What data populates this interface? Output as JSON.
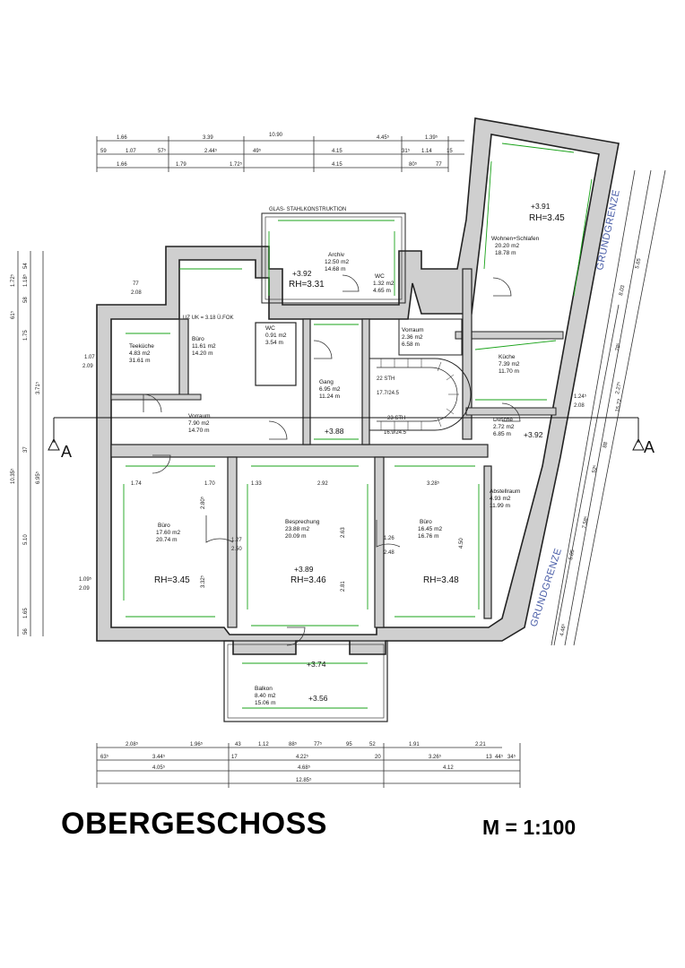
{
  "title": "OBERGESCHOSS",
  "scale": "M = 1:100",
  "section_marker": "A",
  "boundary_label": "GRUNDGRENZE",
  "glass_label": "GLAS-   STAHLKONSTRUKTION",
  "uz_label": "UZ UK = 3.18 Ü.FOK",
  "stairs": {
    "stair1": "22 STH",
    "stair1b": "17.7/24.5",
    "stair2": "23 STH",
    "stair2b": "16.9/24.5"
  },
  "rooms": {
    "wohnen": {
      "name": "Wohnen+Schlafen",
      "area": "20.20 m2",
      "perim": "18.78 m",
      "rh": "RH=3.45",
      "level": "+3.91"
    },
    "archiv": {
      "name": "Archiv",
      "area": "12.50 m2",
      "perim": "14.68 m"
    },
    "wc": {
      "name": "WC",
      "area": "1.32 m2",
      "perim": "4.65 m"
    },
    "buero1": {
      "name": "Büro",
      "area": "11.61 m2",
      "perim": "14.20 m"
    },
    "teekueche": {
      "name": "Teeküche",
      "area": "4.83 m2",
      "perim": "31.61 m"
    },
    "wc2": {
      "name": "WC",
      "area": "0.91 m2",
      "perim": "3.54 m"
    },
    "vorraum1": {
      "name": "Vorraum",
      "area": "2.36 m2",
      "perim": "6.58 m"
    },
    "kueche": {
      "name": "Küche",
      "area": "7.39 m2",
      "perim": "11.70 m"
    },
    "gang": {
      "name": "Gang",
      "area": "6.95 m2",
      "perim": "11.24 m"
    },
    "vorraum2": {
      "name": "Vorraum",
      "area": "7.90 m2",
      "perim": "14.70 m"
    },
    "dusche": {
      "name": "Dusche",
      "area": "2.72 m2",
      "perim": "6.85 m"
    },
    "abstell": {
      "name": "Abstellraum",
      "area": "4.93 m2",
      "perim": "11.99 m"
    },
    "buero2": {
      "name": "Büro",
      "area": "17.60 m2",
      "perim": "20.74 m",
      "rh": "RH=3.45"
    },
    "besprechung": {
      "name": "Besprechung",
      "area": "23.88 m2",
      "perim": "20.09 m",
      "rh": "RH=3.46",
      "level": "+3.89"
    },
    "buero3": {
      "name": "Büro",
      "area": "16.45 m2",
      "perim": "16.76 m",
      "rh": "RH=3.48"
    },
    "balkon": {
      "name": "Balkon",
      "area": "8.40 m2",
      "perim": "15.06 m"
    }
  },
  "levels": {
    "archiv": "+3.92",
    "archiv_rh": "RH=3.31",
    "gang": "+3.88",
    "dusche": "+3.92",
    "balkon1": "+3.74",
    "balkon2": "+3.56"
  },
  "dims_top": {
    "row1": [
      "1.66",
      "3.39",
      "10.90",
      "4.45⁵",
      "1.39⁵"
    ],
    "row2": [
      "59",
      "1.07",
      "57⁵",
      "2.44⁵",
      "49⁵",
      "4.15",
      "31⁵",
      "1.14",
      "15"
    ],
    "row3": [
      "1.66",
      "1.79",
      "1.72⁵",
      "4.15",
      "80⁵",
      "77"
    ]
  },
  "dims_bottom": {
    "row1": [
      "2.08⁵",
      "1.96⁵",
      "43",
      "1.12",
      "88⁵",
      "77⁵",
      "95",
      "52",
      "1.91",
      "2.21"
    ],
    "row2": [
      "63⁵",
      "3.44⁵",
      "17",
      "4.22⁵",
      "20",
      "3.26⁵",
      "13",
      "44⁵",
      "34⁵"
    ],
    "row3": [
      "4.05⁵",
      "4.68⁵",
      "4.12"
    ],
    "row4": [
      "12.85⁵"
    ]
  },
  "dims_left": [
    "1.72⁵",
    "54",
    "1.18⁵",
    "58",
    "61⁵",
    "1.75",
    "3.71⁵",
    "10.35⁵",
    "37",
    "6.95⁵",
    "5.10",
    "1.65",
    "56"
  ],
  "dims_right": [
    "5.65",
    "8.03",
    "15.72",
    "5.05",
    "7.58⁵",
    "4.46⁵",
    "2.27⁵",
    "78⁵",
    "88",
    "52⁵",
    "1.24⁵",
    "2.08"
  ],
  "misc": [
    "77",
    "2.08",
    "1.07",
    "2.09",
    "1.09⁵",
    "2.09",
    "1.74",
    "1.70",
    "1.33",
    "2.92",
    "2.63",
    "3.28⁵",
    "1.27",
    "2.50",
    "1.26",
    "2.48",
    "2.81",
    "4.50",
    "2.80⁵",
    "3.32⁵"
  ]
}
